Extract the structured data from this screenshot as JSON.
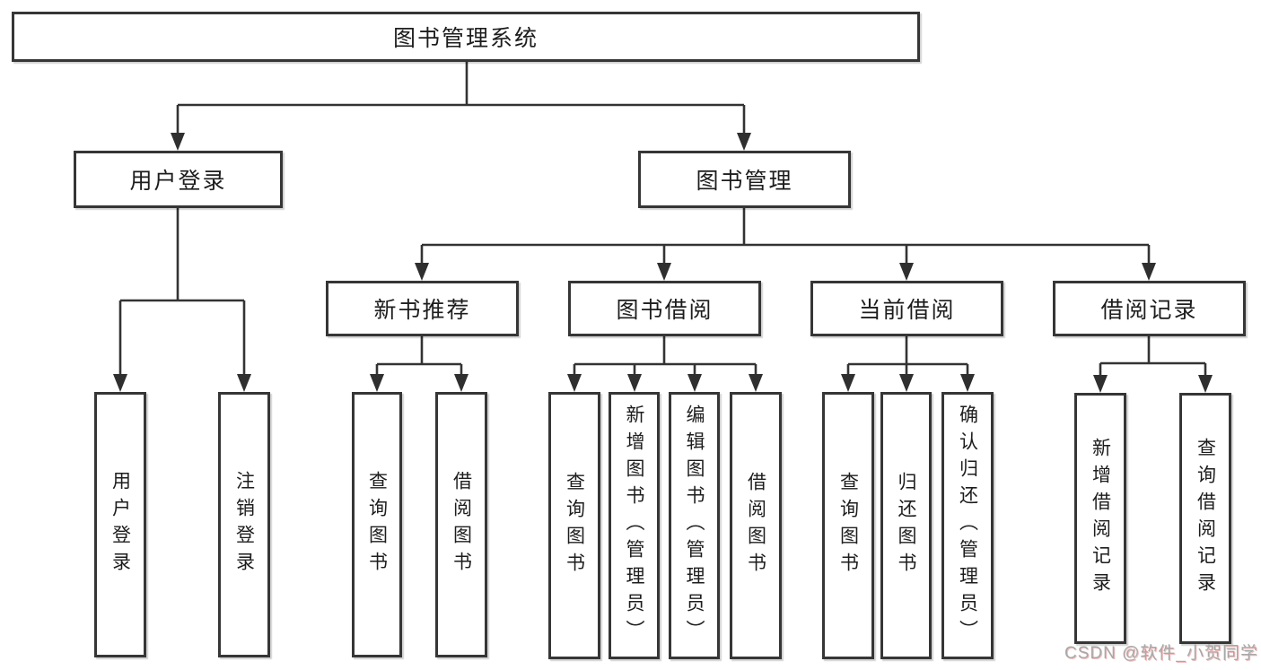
{
  "diagram": {
    "root": {
      "label": "图书管理系统"
    },
    "branches": [
      {
        "label": "用户登录",
        "children": [
          {
            "label": "用户登录"
          },
          {
            "label": "注销登录"
          }
        ]
      },
      {
        "label": "图书管理",
        "children": [
          {
            "label": "新书推荐",
            "children": [
              {
                "label": "查询图书"
              },
              {
                "label": "借阅图书"
              }
            ]
          },
          {
            "label": "图书借阅",
            "children": [
              {
                "label": "查询图书"
              },
              {
                "label": "新增图书（管理员）"
              },
              {
                "label": "编辑图书（管理员）"
              },
              {
                "label": "借阅图书"
              }
            ]
          },
          {
            "label": "当前借阅",
            "children": [
              {
                "label": "查询图书"
              },
              {
                "label": "归还图书"
              },
              {
                "label": "确认归还（管理员）"
              }
            ]
          },
          {
            "label": "借阅记录",
            "children": [
              {
                "label": "新增借阅记录"
              },
              {
                "label": "查询借阅记录"
              }
            ]
          }
        ]
      }
    ]
  },
  "watermark": {
    "text": "CSDN @软件_小贺同学"
  },
  "colors": {
    "line": "#333333",
    "border": "#363636",
    "text": "#1d1d1d",
    "watermark": "#a8a8a8"
  }
}
